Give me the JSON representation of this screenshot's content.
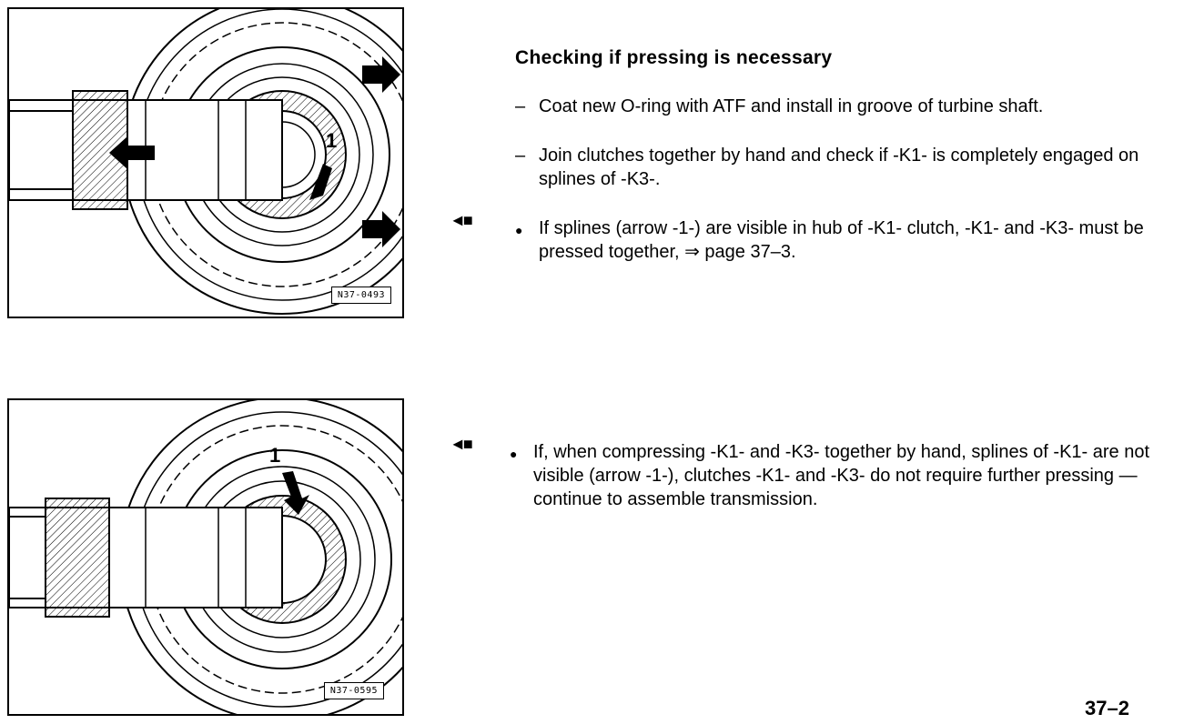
{
  "heading": "Checking if pressing is necessary",
  "instructions": [
    {
      "marker": "–",
      "text": "Coat new O-ring with ATF and install in groove of turbine shaft."
    },
    {
      "marker": "–",
      "text": "Join clutches together by hand and check if -K1- is completely engaged on splines of -K3-."
    },
    {
      "marker": "●",
      "text": "If splines (arrow -1-) are visible in hub of -K1- clutch, -K1- and -K3- must be pressed together, ⇒ page 37–3."
    },
    {
      "marker": "●",
      "text": "If, when compressing -K1- and -K3- together by hand, splines  of -K1- are not visible (arrow -1-), clutches -K1- and -K3- do not require further pressing — continue to assemble transmission."
    }
  ],
  "pointer_glyph": "◄■",
  "figures": [
    {
      "code": "N37-0493",
      "arrow_label": "1"
    },
    {
      "code": "N37-0595",
      "arrow_label": "1"
    }
  ],
  "page_number": "37–2"
}
